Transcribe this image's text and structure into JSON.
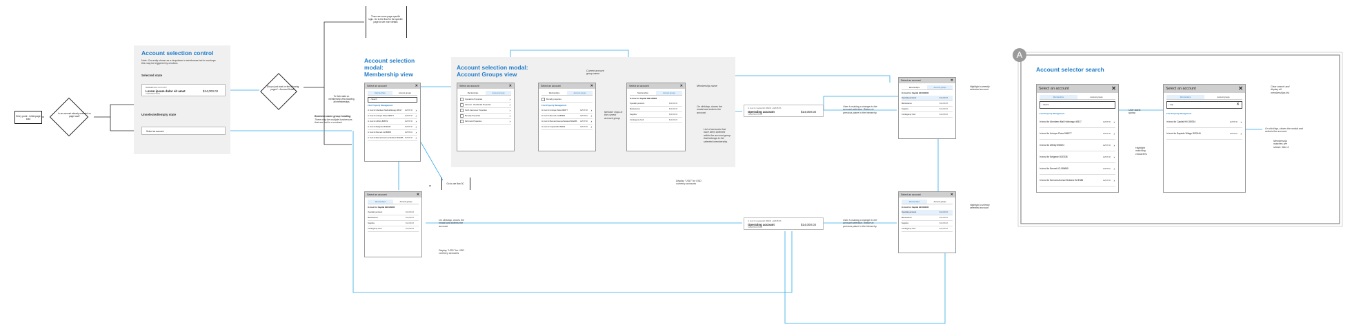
{
  "account_selection_control": {
    "title": "Account selection control",
    "note": "Note: Currently shown as a dropdown in wireframes but in mockups this may be triggered by a button.",
    "selected_state_label": "Selected state",
    "unselected_state_label": "Unselected/empty state",
    "selected_card": {
      "top": "MEMBERSHIP ACCOUNT",
      "name": "Lorem ipsum dolor sit amet",
      "sub": "CONSTRUCTION",
      "amount": "$14,000.03"
    },
    "unselected_card": {
      "placeholder": "Select an account"
    }
  },
  "flow": {
    "entry_box": "Entry point - initial page load",
    "decision_1": "Is an account already selected on page load?",
    "decision_2": "Did you just land on the following pages? • Account Details",
    "scroll_note": "To their state on membership view showing all memberships",
    "note_top": "There are some page specific logic. Go to the flow for the specific page to see more details",
    "business_note_title": "Business name group heading",
    "business_note": "There may be multiple businesses that are tied to a contract",
    "flow_ref": "Go to use flow 3C"
  },
  "membership_view": {
    "title": "Account selection modal: Membership view"
  },
  "groups_view": {
    "title": "Account selection modal: Account Groups view",
    "current_group_note": "Current account group name",
    "membership_name_note": "Membership name",
    "member_chips_note": "Member chips in the current account group",
    "list_note": "List of accounts that have been selected within the account group that belongs to the selected membership.",
    "usd_note": "Display \"USD\" for USD currency accounts",
    "click_note": "On click/tap, closes the modal and selects the account."
  },
  "modal": {
    "title": "Select an account",
    "close": "✕",
    "tab_memberships": "Memberships",
    "tab_groups": "Account groups",
    "search_placeholder": "Search",
    "section_first": "First Property Management",
    "section_trust": "In trust for Capital Hill 189334",
    "member_rows": [
      {
        "name": "In trust for Aberdeen Mall Hobknapp 46517",
        "id": "AE578746"
      },
      {
        "name": "In trust for Antrope Plaza 996577",
        "id": "AE578746"
      },
      {
        "name": "In trust for Affinity 898672",
        "id": "AE578746"
      },
      {
        "name": "In trust for Belgrave BCE338",
        "id": "AE578746"
      },
      {
        "name": "In trust for Bennett CL989665",
        "id": "AE578641"
      },
      {
        "name": "In trust for Bernard Avenue Belsiere BCE386",
        "id": "AE578746"
      }
    ],
    "group_rows": [
      {
        "name": "Operations Properties"
      },
      {
        "name": "Harcourt - Residential Properties"
      },
      {
        "name": "North Vancouver Properties"
      },
      {
        "name": "Burnaby Properties"
      },
      {
        "name": "Richmond Properties"
      }
    ],
    "group_header_check": "Burnaby properties",
    "account_rows": [
      {
        "name": "Operating account",
        "id": "$14,000.03"
      },
      {
        "name": "Maintenance",
        "id": "$14,000.03"
      },
      {
        "name": "Supplies",
        "id": "$14,000.03"
      },
      {
        "name": "Contingency fund",
        "id": "$14,000.03"
      }
    ]
  },
  "right_flow": {
    "operating_account": {
      "top": "In trust for Capital Hill 189334 • AE578746",
      "name": "Operating account",
      "sub": "CONSTRUCTION",
      "amount": "$14,000.03"
    },
    "change_note": "User is making a change to the account selection. Return to previous place in the hierarchy.",
    "highlight_note": "Highlight currently selected account",
    "click_closes": "On click/tap, closes the modal and selects the account.",
    "usd_note": "Display \"USD\" for USD currency accounts"
  },
  "search_section": {
    "badge": "A",
    "title": "Account selector search",
    "user_starts_typing": "User starts typing",
    "highlight_matching": "Highlight matching characters",
    "clear_search": "Clear search and display all memberships list",
    "click_closes": "On click/tap, closes the modal and selects the account.",
    "membership_note": "Membership matches are shown. Max 4",
    "search_value": "Cap",
    "match_row": {
      "name": "In trust for Capital Hill 189334",
      "id": "AE578746"
    },
    "match_row_2": {
      "name": "In trust for Bayside Village BCE646",
      "id": "AE578641"
    }
  }
}
